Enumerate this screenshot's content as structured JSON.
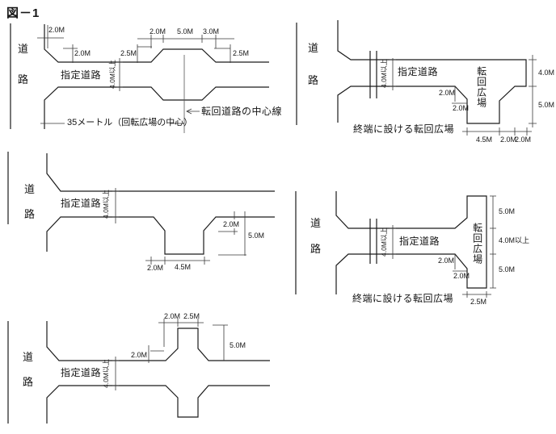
{
  "figure_title": "図－1",
  "diagrams": {
    "top_left": {
      "road": [
        "道",
        "路"
      ],
      "designated_road": "指定道路",
      "min_width": "4.0M以上",
      "dim_flare": "2.0M",
      "dim_approach": "2.0M",
      "dim_taper_left_v": "2.5M",
      "dim_taper_left_h": "2.0M",
      "dim_flat": "5.0M",
      "dim_taper_right_h": "3.0M",
      "dim_taper_right_v": "2.5M",
      "centerline_label": "転回道路の中心線",
      "spacing_label": "35メートル（回転広場の中心）"
    },
    "top_right": {
      "road": [
        "道",
        "路"
      ],
      "designated_road": "指定道路",
      "min_width": "4.0M以上",
      "plaza": "転回広場",
      "dim_chamfer_h": "2.0M",
      "dim_chamfer_v": "2.0M",
      "dim_right_top": "4.0M",
      "dim_right_bottom": "5.0M",
      "dim_bottom_1": "4.5M",
      "dim_bottom_2": "2.0M",
      "dim_bottom_3": "2.0M",
      "caption": "終端に設ける転回広場"
    },
    "mid_left": {
      "road": [
        "道",
        "路"
      ],
      "designated_road": "指定道路",
      "min_width": "4.0M以上",
      "dim_notch_offset": "2.0M",
      "dim_notch_depth": "5.0M",
      "dim_bottom_1": "2.0M",
      "dim_bottom_2": "4.5M"
    },
    "mid_right": {
      "road": [
        "道",
        "路"
      ],
      "designated_road": "指定道路",
      "min_width": "4.0M以上",
      "plaza": "転回広場",
      "dim_chamfer_h": "2.0M",
      "dim_chamfer_v": "2.0M",
      "dim_right_top": "5.0M",
      "dim_right_mid": "4.0M以上",
      "dim_right_bottom": "5.0M",
      "dim_bottom": "2.5M",
      "caption": "終端に設ける転回広場"
    },
    "bottom_left": {
      "road": [
        "道",
        "路"
      ],
      "designated_road": "指定道路",
      "min_width": "4.0M以上",
      "dim_top_1": "2.0M",
      "dim_top_2": "2.5M",
      "dim_approach": "2.0M",
      "dim_bump_height": "5.0M"
    }
  },
  "colors": {
    "line": "#1b1b1b",
    "background": "#ffffff"
  }
}
